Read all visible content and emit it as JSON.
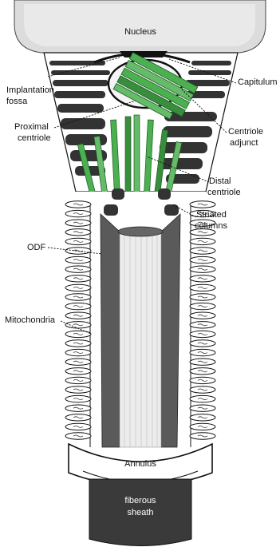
{
  "figure": {
    "labels": {
      "nucleus": "Nucleus",
      "implantation_fossa": [
        "Implantation",
        "fossa"
      ],
      "capitulum": "Capitulum",
      "proximal_centriole": [
        "Proximal",
        "centriole"
      ],
      "centriole_adjunct": [
        "Centriole",
        "adjunct"
      ],
      "distal_centriole": [
        "Distal",
        "centriole"
      ],
      "striated_columns": [
        "Striated",
        "columns"
      ],
      "odf": "ODF",
      "mitochondria": "Mitochondria",
      "annulus": "Annulus",
      "fiberous_sheath": [
        "fiberous",
        "sheath"
      ]
    },
    "colors": {
      "nucleus": "#d9d9d9",
      "centriole_green": "#4caf50",
      "centriole_dark": "#2e7d32",
      "odf_dark": "#555555",
      "axoneme_light": "#e8e8e8",
      "fiberous_sheath": "#3a3a3a",
      "outline": "#111111"
    }
  }
}
